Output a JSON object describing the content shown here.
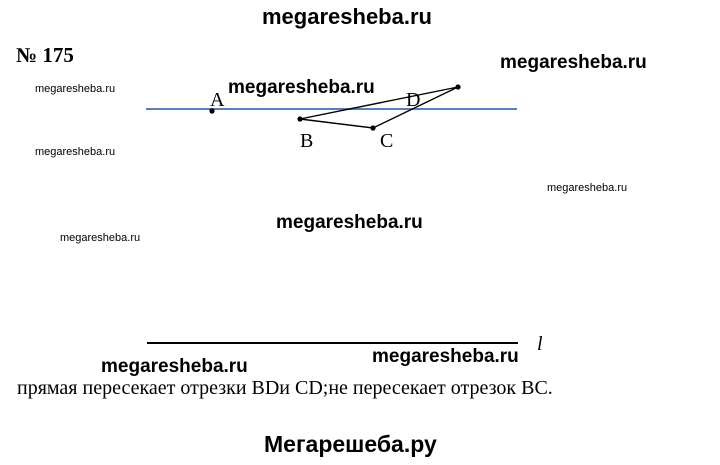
{
  "header": {
    "site": "megaresheba.ru"
  },
  "problem": {
    "number": "№ 175"
  },
  "watermarks": [
    "megaresheba.ru",
    "megaresheba.ru",
    "megaresheba.ru",
    "megaresheba.ru",
    "megaresheba.ru",
    "megaresheba.ru",
    "megaresheba.ru",
    "megaresheba.ru",
    "megaresheba.ru"
  ],
  "figure": {
    "points": {
      "A": "A",
      "B": "B",
      "C": "C",
      "D": "D"
    },
    "line_label": "l",
    "line_color": "#5a7fb8"
  },
  "answer": "прямая пересекает отрезки BDи CD;не пересекает отрезок BC.",
  "footer": {
    "brand": "Мегарешеба.ру"
  }
}
